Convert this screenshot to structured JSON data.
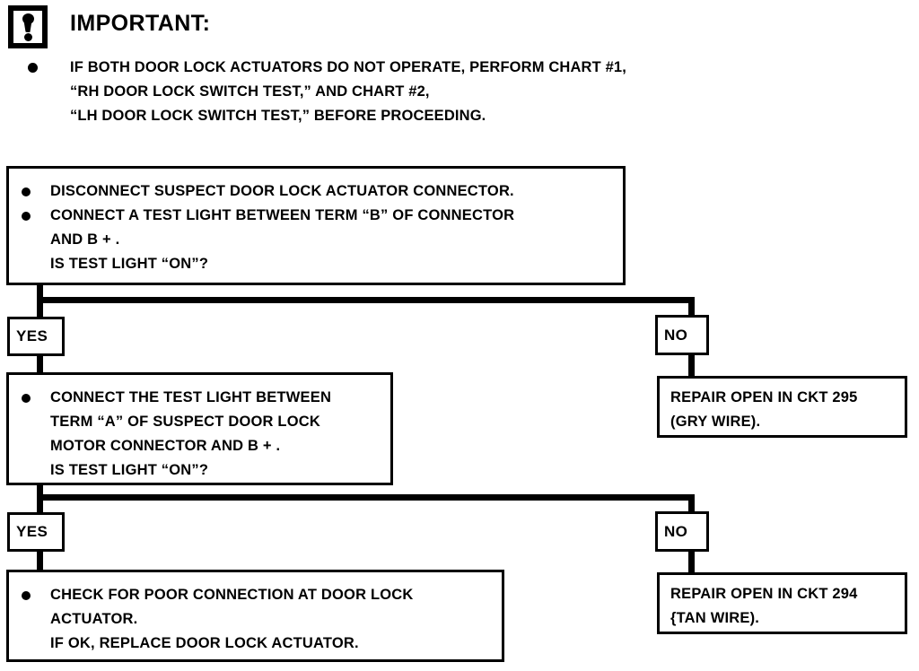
{
  "header": {
    "icon_name": "important-warning-icon",
    "title": "IMPORTANT:",
    "note_lines": [
      "IF BOTH DOOR LOCK ACTUATORS DO NOT OPERATE, PERFORM CHART #1,",
      "“RH DOOR LOCK SWITCH TEST,” AND CHART #2,",
      "“LH DOOR LOCK SWITCH TEST,”  BEFORE PROCEEDING."
    ]
  },
  "flowchart": {
    "type": "decision-flowchart",
    "step1": {
      "lines": [
        "DISCONNECT SUSPECT DOOR LOCK ACTUATOR CONNECTOR.",
        "CONNECT A TEST LIGHT BETWEEN TERM “B” OF CONNECTOR",
        "AND B + .",
        "IS TEST LIGHT “ON”?"
      ]
    },
    "branch1": {
      "yes_label": "YES",
      "no_label": "NO"
    },
    "step2": {
      "lines": [
        "CONNECT THE TEST LIGHT BETWEEN",
        "TERM “A” OF SUSPECT DOOR LOCK",
        "MOTOR CONNECTOR AND B + .",
        "IS TEST LIGHT “ON”?"
      ]
    },
    "result1": {
      "lines": [
        "REPAIR OPEN IN CKT 295",
        "(GRY WIRE)."
      ]
    },
    "branch2": {
      "yes_label": "YES",
      "no_label": "NO"
    },
    "step3": {
      "lines": [
        "CHECK FOR POOR CONNECTION AT DOOR LOCK",
        "ACTUATOR.",
        "IF OK, REPLACE DOOR LOCK ACTUATOR."
      ]
    },
    "result2": {
      "lines": [
        "REPAIR OPEN IN CKT 294",
        "{TAN WIRE)."
      ]
    }
  },
  "colors": {
    "ink": "#000000",
    "paper": "#ffffff"
  }
}
